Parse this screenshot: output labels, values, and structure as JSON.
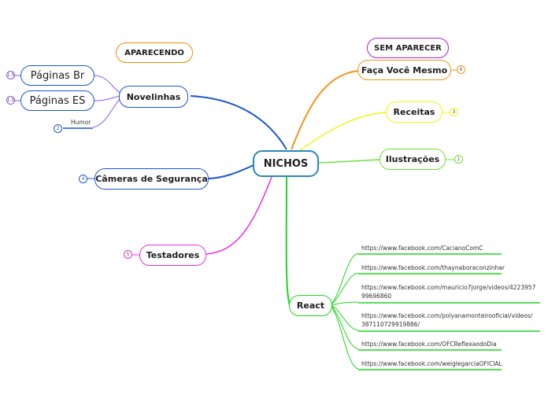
{
  "root": {
    "label": "NICHOS"
  },
  "labels": {
    "aparecendo": "APARECENDO",
    "sem_aparecer": "SEM APARECER"
  },
  "left": {
    "novelinhas": {
      "label": "Novelinhas"
    },
    "paginas_br": {
      "label": "Páginas Br",
      "badge": "1.5"
    },
    "paginas_es": {
      "label": "Páginas ES",
      "badge": "1.0"
    },
    "humor": {
      "label": "Humor",
      "badge": "2"
    },
    "cameras": {
      "label": "Câmeras de Segurança",
      "badge": "4"
    },
    "testadores": {
      "label": "Testadores",
      "badge": "5"
    }
  },
  "right": {
    "faca": {
      "label": "Faça Você Mesmo",
      "badge": "6"
    },
    "receitas": {
      "label": "Receitas",
      "badge": "3"
    },
    "ilustracoes": {
      "label": "Ilustrações",
      "badge": "1"
    },
    "react": {
      "label": "React"
    }
  },
  "react_links": [
    "https://www.facebook.com/CacianoComC",
    "https://www.facebook.com/thaynaboraconzinhar",
    "https://www.facebook.com/mauricio7jorge/videos/422395799696860",
    "https://www.facebook.com/polyanamonteirooficial/videos/387110729919886/",
    "https://www.facebook.com/OFCReflexaodoDia",
    "https://www.facebook.com/weiglegarciaOFICIAL"
  ],
  "colors": {
    "blue": "#1a56d6",
    "purple": "#8a5cf0",
    "pink": "#ee2ee0",
    "orange": "#f2961e",
    "yellow": "#f4f40c",
    "lightgreen": "#6be330",
    "green": "#1ed61e",
    "orange_border": "#f08c00",
    "purple_border": "#b020e0",
    "yellow_border": "#e6e600",
    "green_border": "#59d22f"
  }
}
